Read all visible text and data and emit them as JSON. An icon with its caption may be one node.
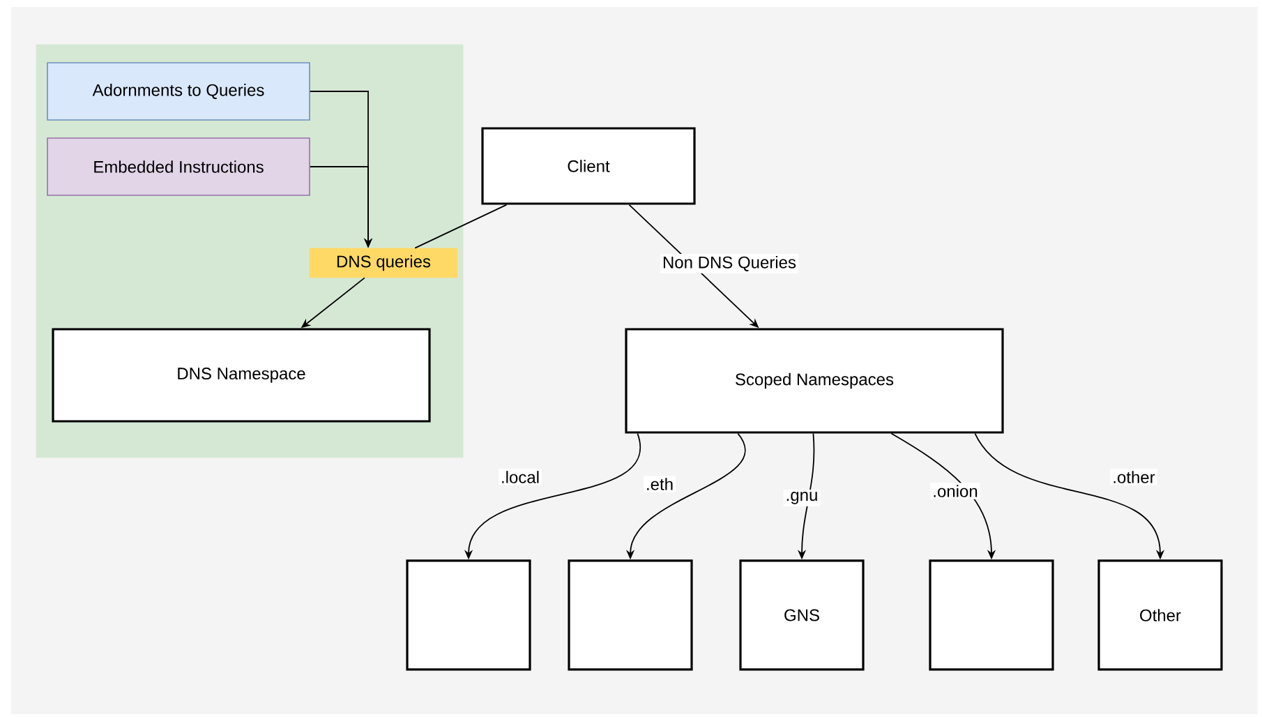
{
  "diagram": {
    "nodes": [
      {
        "text": [],
        "shape": "box"
      },
      {
        "text": [
          "Adornments to Queries"
        ],
        "in": 0
      },
      {
        "text": [
          "Embedded Instructions"
        ],
        "in": 0
      },
      {
        "text": [
          "DNS queries"
        ],
        "in": 0
      },
      {
        "text": [
          "DNS Namespace"
        ],
        "in": 0
      },
      {
        "text": [
          "Client"
        ]
      },
      {
        "text": [
          "Scoped Namespaces"
        ]
      },
      {
        "text": [],
        "shape": "box"
      },
      {
        "text": [],
        "shape": "box"
      },
      {
        "text": [
          "GNS"
        ]
      },
      {
        "text": [],
        "shape": "box"
      },
      {
        "text": [
          "Other"
        ]
      }
    ],
    "edges": [
      {
        "from": 1,
        "to": 3,
        "arrow": "to"
      },
      {
        "from": 2,
        "to": 3,
        "arrow": "to"
      },
      {
        "from": 5,
        "to": 3,
        "arrow": "none"
      },
      {
        "from": 3,
        "to": 4,
        "arrow": "to"
      },
      {
        "from": 5,
        "to": 6,
        "arrow": "to",
        "label": "Non DNS Queries"
      },
      {
        "from": 6,
        "to": 7,
        "arrow": "to",
        "label": ".local"
      },
      {
        "from": 6,
        "to": 8,
        "arrow": "to",
        "label": ".eth"
      },
      {
        "from": 6,
        "to": 9,
        "arrow": "to",
        "label": ".gnu"
      },
      {
        "from": 6,
        "to": 10,
        "arrow": "to",
        "label": ".onion"
      },
      {
        "from": 6,
        "to": 11,
        "arrow": "to",
        "label": ".other"
      }
    ]
  }
}
